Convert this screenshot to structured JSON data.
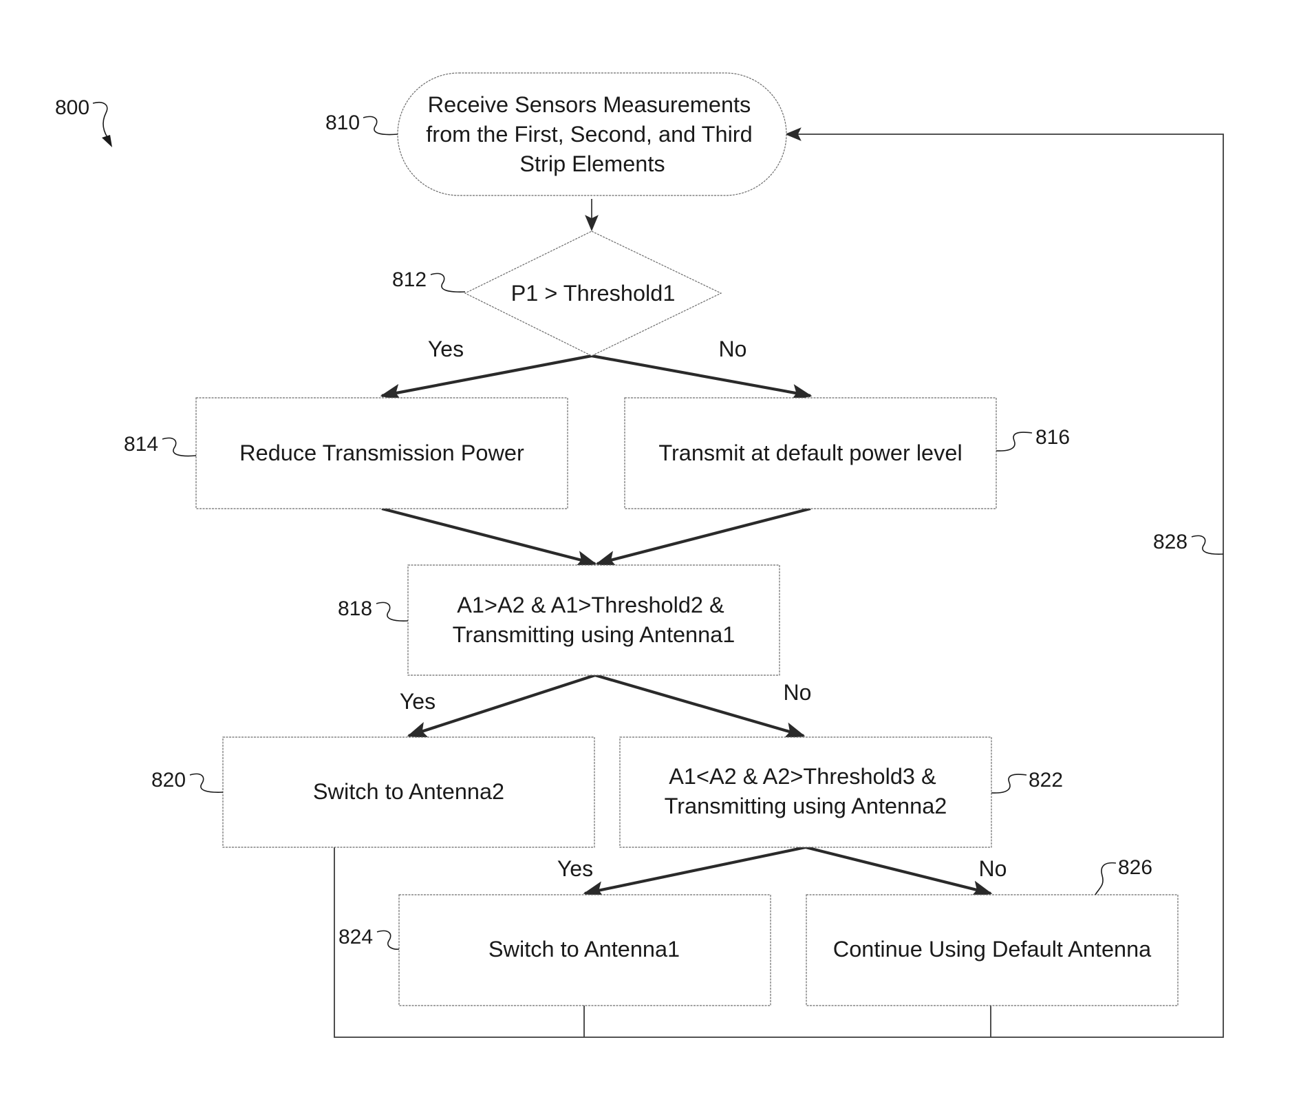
{
  "figure": {
    "ref": "800"
  },
  "nodes": {
    "n810": {
      "ref": "810",
      "shape": "terminal",
      "lines": [
        "Receive Sensors Measurements",
        "from the First, Second, and Third",
        "Strip Elements"
      ]
    },
    "n812": {
      "ref": "812",
      "shape": "decision",
      "lines": [
        "P1 > Threshold1"
      ]
    },
    "n814": {
      "ref": "814",
      "shape": "process",
      "lines": [
        "Reduce Transmission Power"
      ]
    },
    "n816": {
      "ref": "816",
      "shape": "process",
      "lines": [
        "Transmit at default power level"
      ]
    },
    "n818": {
      "ref": "818",
      "shape": "process",
      "lines": [
        "A1>A2 & A1>Threshold2 &",
        "Transmitting using Antenna1"
      ]
    },
    "n820": {
      "ref": "820",
      "shape": "process",
      "lines": [
        "Switch to Antenna2"
      ]
    },
    "n822": {
      "ref": "822",
      "shape": "process",
      "lines": [
        "A1<A2 & A2>Threshold3 &",
        "Transmitting using Antenna2"
      ]
    },
    "n824": {
      "ref": "824",
      "shape": "process",
      "lines": [
        "Switch to Antenna1"
      ]
    },
    "n826": {
      "ref": "826",
      "shape": "process",
      "lines": [
        "Continue Using Default Antenna"
      ]
    }
  },
  "edges": {
    "e812_yes": {
      "from": "812",
      "to": "814",
      "label": "Yes"
    },
    "e812_no": {
      "from": "812",
      "to": "816",
      "label": "No"
    },
    "e818_yes": {
      "from": "818",
      "to": "820",
      "label": "Yes"
    },
    "e818_no": {
      "from": "818",
      "to": "822",
      "label": "No"
    },
    "e822_yes": {
      "from": "822",
      "to": "824",
      "label": "Yes"
    },
    "e822_no": {
      "from": "822",
      "to": "826",
      "label": "No"
    },
    "e810_812": {
      "from": "810",
      "to": "812",
      "label": ""
    },
    "e814_818": {
      "from": "814",
      "to": "818",
      "label": ""
    },
    "e816_818": {
      "from": "816",
      "to": "818",
      "label": ""
    },
    "loop": {
      "ref": "828",
      "from": "820,824,826",
      "to": "810",
      "label": ""
    }
  }
}
